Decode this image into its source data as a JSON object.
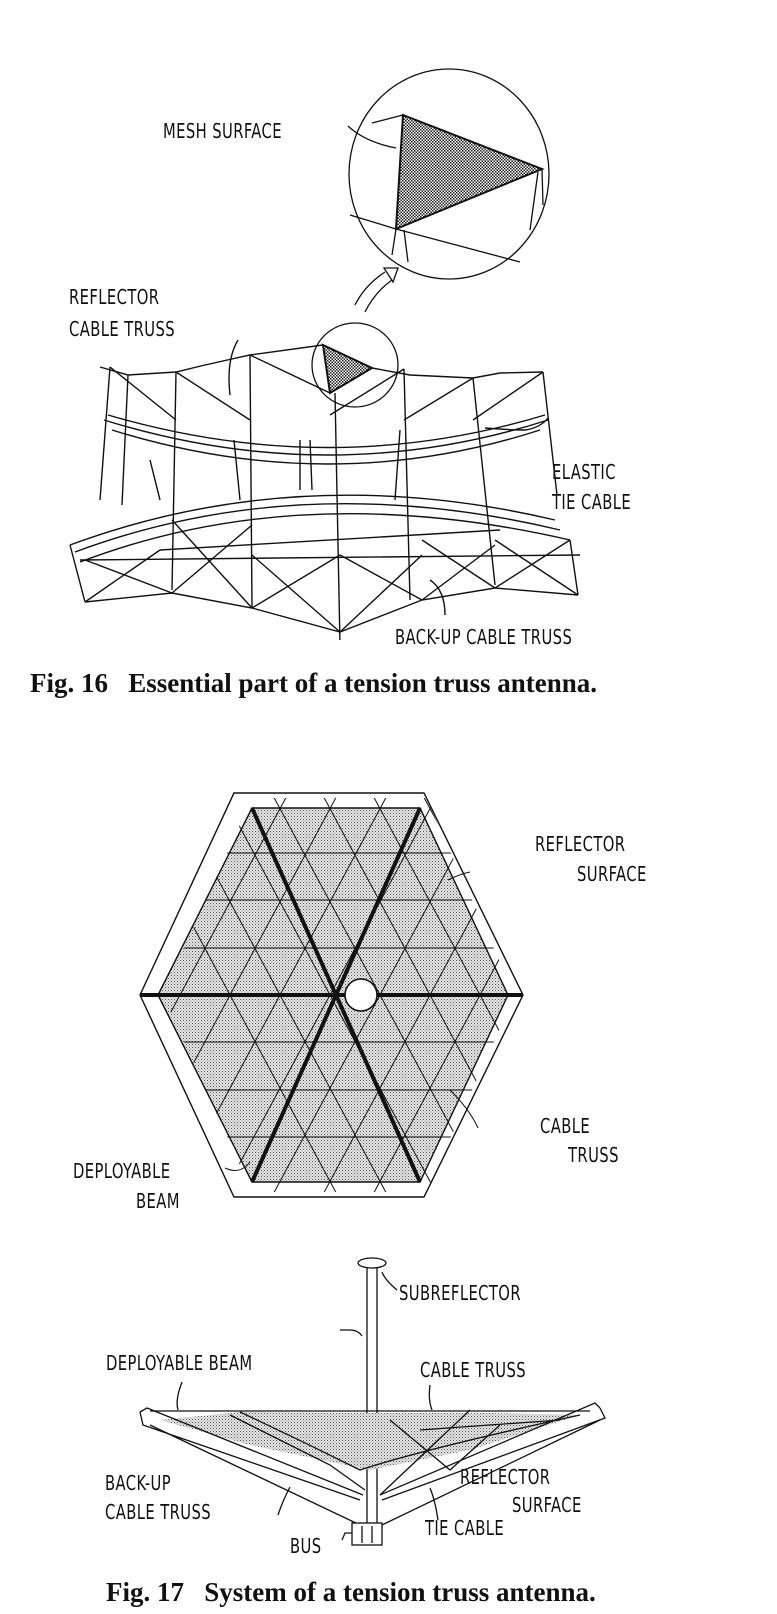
{
  "figures": [
    {
      "id": "fig16",
      "caption": "Fig. 16   Essential part of a tension truss antenna.",
      "labels": {
        "mesh_surface": "MESH SURFACE",
        "reflector_cable_truss_1": "REFLECTOR",
        "reflector_cable_truss_2": "CABLE TRUSS",
        "elastic_tie_cable_1": "ELASTIC",
        "elastic_tie_cable_2": "TIE CABLE",
        "backup_cable_truss": "BACK-UP CABLE TRUSS"
      }
    },
    {
      "id": "fig17",
      "caption": "Fig. 17   System of a tension truss antenna.",
      "labels": {
        "reflector_surface_1": "REFLECTOR",
        "reflector_surface_2": "SURFACE",
        "cable_truss_1": "CABLE",
        "cable_truss_2": "TRUSS",
        "deployable_beam_1": "DEPLOYABLE",
        "deployable_beam_2": "BEAM",
        "subreflector": "SUBREFLECTOR",
        "side_deployable_beam": "DEPLOYABLE BEAM",
        "side_cable_truss": "CABLE TRUSS",
        "side_backup_1": "BACK-UP",
        "side_backup_2": "CABLE TRUSS",
        "side_reflector_1": "REFLECTOR",
        "side_reflector_2": "SURFACE",
        "side_tie_cable": "TIE CABLE",
        "side_bus": "BUS"
      }
    }
  ]
}
